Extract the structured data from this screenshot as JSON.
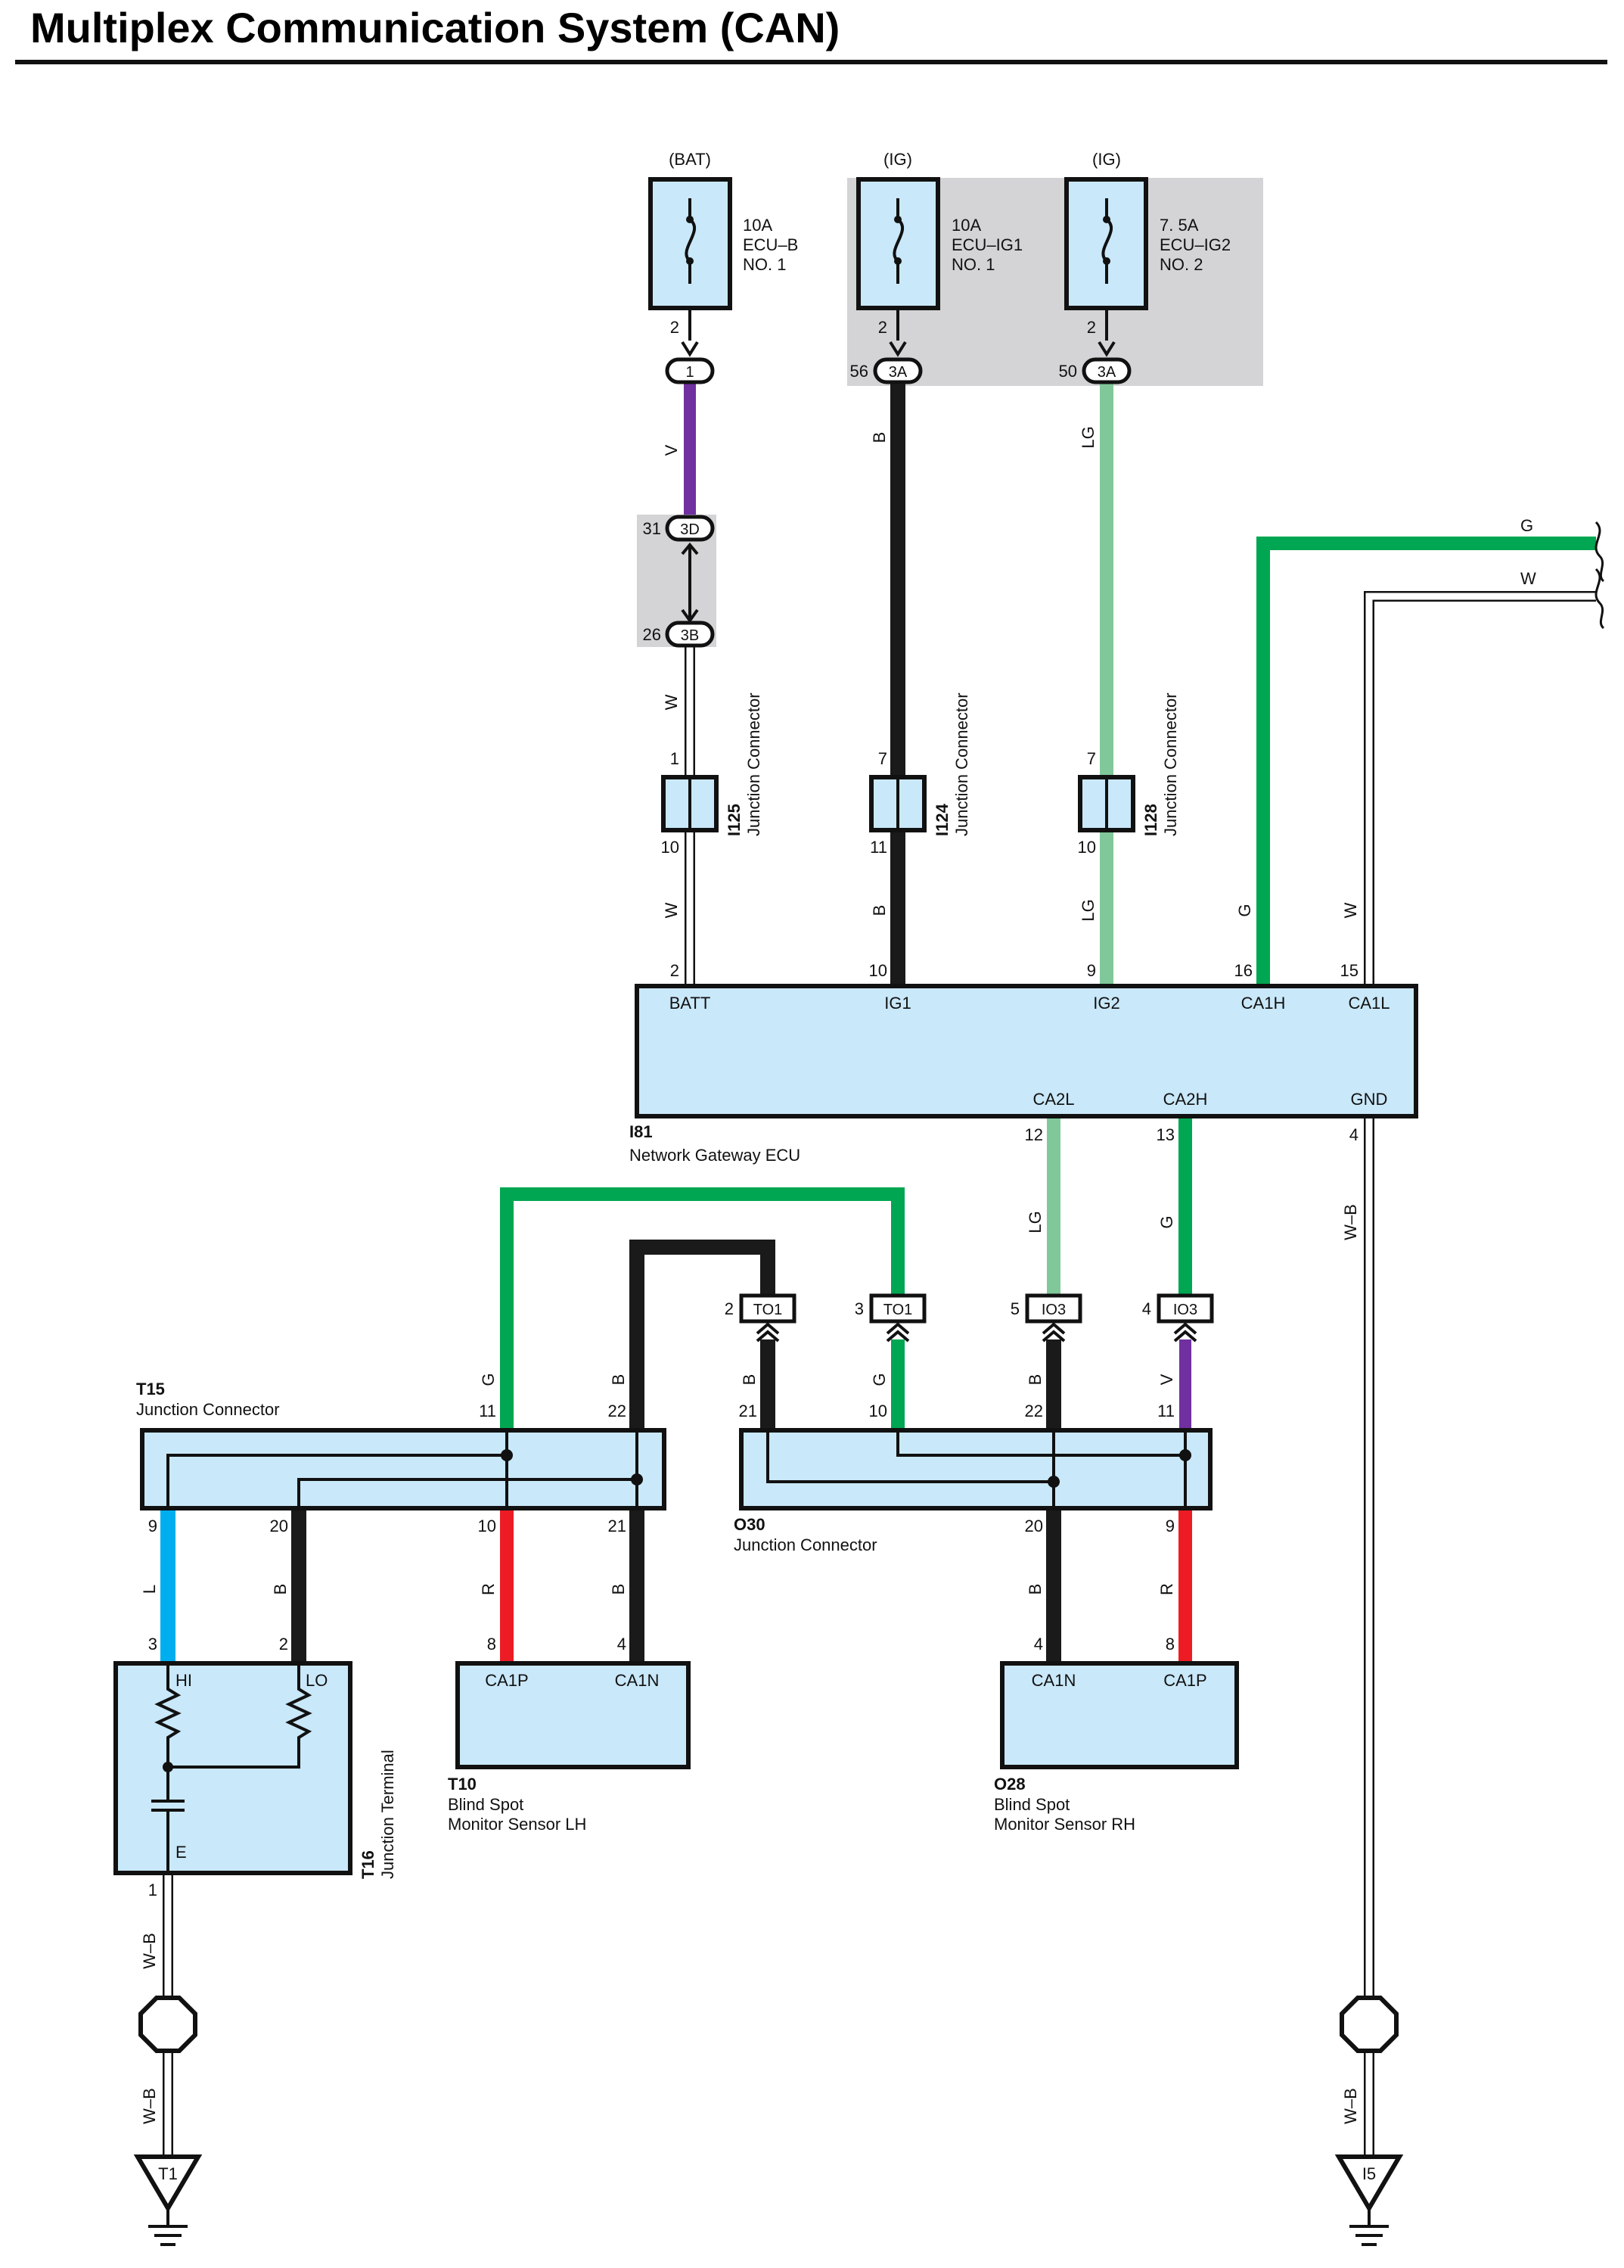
{
  "title": "Multiplex Communication System (CAN)",
  "colors": {
    "V": "#7030a0",
    "B": "#1a1a1a",
    "LG": "#80c89a",
    "G": "#00a651",
    "W": "#ffffff",
    "L": "#00aeef",
    "R": "#ed1c24",
    "W-B": "#ffffff",
    "component_fill": "#c9e8f9",
    "shade": "#d4d4d6"
  },
  "fuses": [
    {
      "source": "(BAT)",
      "line1": "10A",
      "line2": "ECU–B",
      "line3": "NO. 1",
      "pin": "2"
    },
    {
      "source": "(IG)",
      "line1": "10A",
      "line2": "ECU–IG1",
      "line3": "NO. 1",
      "pin": "2"
    },
    {
      "source": "(IG)",
      "line1": "7. 5A",
      "line2": "ECU–IG2",
      "line3": "NO. 2",
      "pin": "2"
    }
  ],
  "inline": [
    {
      "id": "1",
      "pin": ""
    },
    {
      "id": "3A",
      "pin": "56"
    },
    {
      "id": "3A",
      "pin": "50"
    },
    {
      "id": "3D",
      "pin": "31"
    },
    {
      "id": "3B",
      "pin": "26"
    }
  ],
  "wires": {
    "batt_upper": "V",
    "batt_lower": "W",
    "batt_bottom": "W",
    "ig1_upper": "B",
    "ig1_lower": "B",
    "ig2_upper": "LG",
    "ig2_lower": "LG",
    "ca1h": "G",
    "ca1l": "W",
    "ext_g": "G",
    "ext_w": "W",
    "ca2l": "LG",
    "ca2h": "G",
    "gnd": "W–B",
    "t15_11": "G",
    "t15_22": "B",
    "o30_21": "B",
    "o30_10": "G",
    "o30_22": "B",
    "o30_11": "V",
    "t15_9": "L",
    "t15_20": "B",
    "t15_10": "R",
    "t15_21": "B",
    "o30_20": "B",
    "o30_9": "R",
    "t16_gnd_upper": "W–B",
    "t16_gnd_lower": "W–B",
    "gnd_lower": "W–B"
  },
  "junctions": [
    {
      "id": "I125",
      "name": "Junction Connector",
      "pin_top": "1",
      "pin_bottom": "10"
    },
    {
      "id": "I124",
      "name": "Junction Connector",
      "pin_top": "7",
      "pin_bottom": "11"
    },
    {
      "id": "I128",
      "name": "Junction Connector",
      "pin_top": "7",
      "pin_bottom": "10"
    }
  ],
  "ecu": {
    "id": "I81",
    "name": "Network Gateway ECU",
    "batt": {
      "label": "BATT",
      "pin": "2"
    },
    "ig1": {
      "label": "IG1",
      "pin": "10"
    },
    "ig2": {
      "label": "IG2",
      "pin": "9"
    },
    "ca1h": {
      "label": "CA1H",
      "pin": "16"
    },
    "ca1l": {
      "label": "CA1L",
      "pin": "15"
    },
    "ca2l": {
      "label": "CA2L",
      "pin": "12"
    },
    "ca2h": {
      "label": "CA2H",
      "pin": "13"
    },
    "gnd": {
      "label": "GND",
      "pin": "4"
    }
  },
  "connectors": [
    {
      "id": "TO1",
      "pin": "2"
    },
    {
      "id": "TO1",
      "pin": "3"
    },
    {
      "id": "IO3",
      "pin": "5"
    },
    {
      "id": "IO3",
      "pin": "4"
    }
  ],
  "t15": {
    "id": "T15",
    "name": "Junction Connector",
    "pins": {
      "p11": "11",
      "p22": "22",
      "p9": "9",
      "p20": "20",
      "p10": "10",
      "p21": "21"
    }
  },
  "o30": {
    "id": "O30",
    "name": "Junction Connector",
    "pins": {
      "p21": "21",
      "p10": "10",
      "p22": "22",
      "p11": "11",
      "p20": "20",
      "p9": "9"
    }
  },
  "t16": {
    "id": "T16",
    "name": "Junction Terminal",
    "hi": "HI",
    "lo": "LO",
    "e": "E",
    "pin_hi": "3",
    "pin_lo": "2",
    "pin_e": "1"
  },
  "t10": {
    "id": "T10",
    "name1": "Blind Spot",
    "name2": "Monitor Sensor LH",
    "ca1p": "CA1P",
    "ca1n": "CA1N",
    "pin_p": "8",
    "pin_n": "4"
  },
  "o28": {
    "id": "O28",
    "name1": "Blind Spot",
    "name2": "Monitor Sensor RH",
    "ca1n": "CA1N",
    "ca1p": "CA1P",
    "pin_n": "4",
    "pin_p": "8"
  },
  "grounds": [
    {
      "id": "T1"
    },
    {
      "id": "I5"
    }
  ]
}
